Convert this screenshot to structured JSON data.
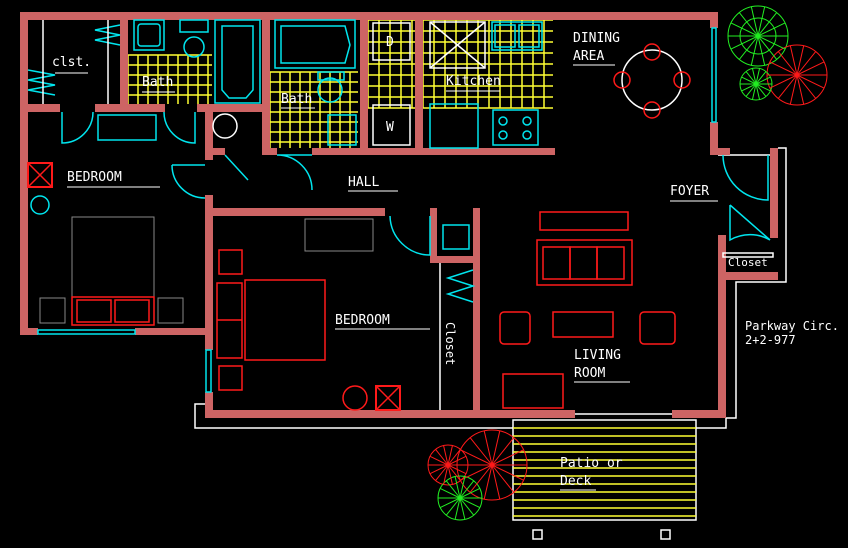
{
  "labels": {
    "closet_top": "clst.",
    "bath1": "Bath",
    "bath2": "Bath",
    "kitchen": "Kitchen",
    "dryer": "D",
    "washer": "W",
    "dining_line1": "DINING",
    "dining_line2": "AREA",
    "bedroom1": "BEDROOM",
    "hall": "HALL",
    "foyer": "FOYER",
    "closet_foyer": "Closet",
    "bedroom2": "BEDROOM",
    "closet_vertical": "Closet",
    "living_line1": "LIVING",
    "living_line2": "ROOM",
    "patio_line1": "Patio or",
    "patio_line2": "Deck",
    "address_line1": "Parkway Circ.",
    "address_line2": "2+2-977"
  },
  "colors": {
    "wall": "#cd6464",
    "fixture": "#00e5ee",
    "furniture": "#ff1a1a",
    "tile": "#ffff33",
    "tree": "#22ee22"
  }
}
